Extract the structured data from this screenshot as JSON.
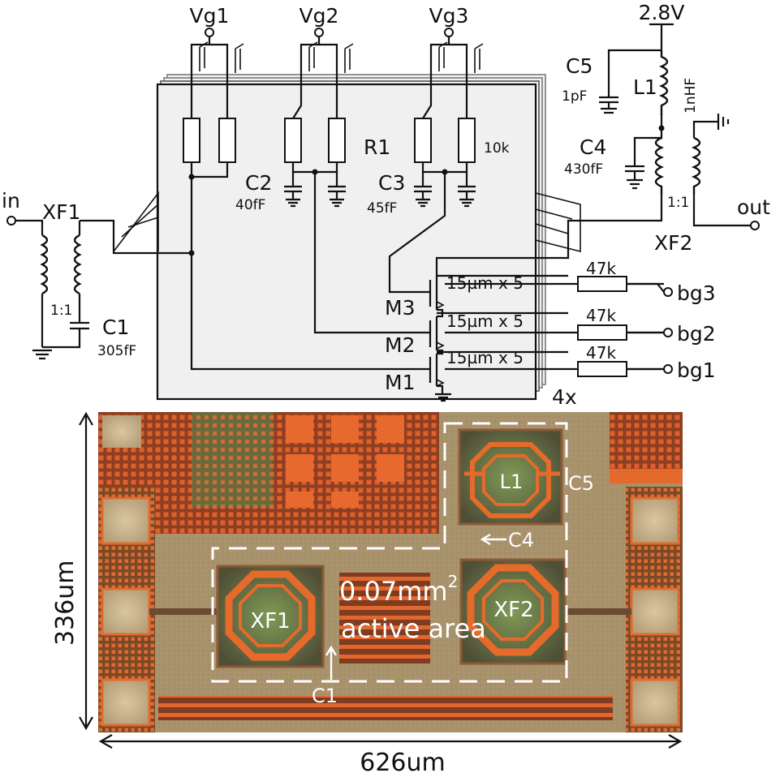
{
  "schematic": {
    "gate_bias_labels": [
      "Vg1",
      "Vg2",
      "Vg3"
    ],
    "supply_label": "2.8V",
    "input_label": "in",
    "output_label": "out",
    "xf1_label": "XF1",
    "xf1_ratio": "1:1",
    "xf2_label": "XF2",
    "xf2_ratio": "1:1",
    "c1_label": "C1",
    "c1_value": "305fF",
    "c2_label": "C2",
    "c2_value": "40fF",
    "c3_label": "C3",
    "c3_value": "45fF",
    "c4_label": "C4",
    "c4_value": "430fF",
    "c5_label": "C5",
    "c5_value": "1pF",
    "l1_label": "L1",
    "l1_value": "1nHF",
    "r1_label": "R1",
    "r1_value": "10k",
    "transistors": [
      {
        "name": "M3",
        "size": "15µm x 5",
        "body_resistor": "47k",
        "body_bias": "bg3"
      },
      {
        "name": "M2",
        "size": "15µm x 5",
        "body_resistor": "47k",
        "body_bias": "bg2"
      },
      {
        "name": "M1",
        "size": "15µm x 5",
        "body_resistor": "47k",
        "body_bias": "bg1"
      }
    ],
    "multiplier": "4x"
  },
  "die_photo": {
    "height_label": "336um",
    "width_label": "626um",
    "xf1_label": "XF1",
    "xf2_label": "XF2",
    "l1_label": "L1",
    "c1_label": "C1",
    "c4_label": "C4",
    "c5_label": "C5",
    "area_value": "0.07mm",
    "area_superscript": "2",
    "area_caption": "active area"
  },
  "colors": {
    "die_background": "#a8926c",
    "copper_metal": "#d8602e",
    "inductor_ring": "#e66a2a",
    "annotation": "#ffffff"
  }
}
